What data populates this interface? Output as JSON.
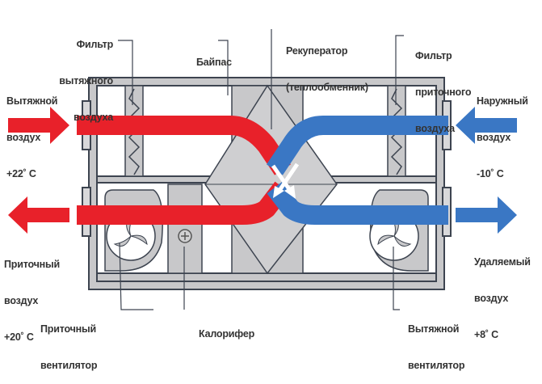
{
  "title": "Схема рекуператора",
  "colors": {
    "warm": "#e8212a",
    "cold": "#3a77c4",
    "housing": "#c8c8ca",
    "outline": "#3d4450",
    "text": "#333333"
  },
  "labels": {
    "exhaust_filter": [
      "Фильтр",
      "вытяжного",
      "воздуха"
    ],
    "bypass": [
      "Байпас"
    ],
    "recuperator": [
      "Рекуператор",
      "(теплообменник)"
    ],
    "supply_filter": [
      "Фильтр",
      "приточного",
      "воздуха"
    ],
    "extract_air": [
      "Вытяжной",
      "воздух",
      "+22˚ С"
    ],
    "outdoor_air": [
      "Наружный",
      "воздух",
      "-10˚ С"
    ],
    "supply_air": [
      "Приточный",
      "воздух",
      "+20˚ С"
    ],
    "exhaust_air": [
      "Удаляемый",
      "воздух",
      "+8˚ С"
    ],
    "supply_fan": [
      "Приточный",
      "вентилятор"
    ],
    "heater": [
      "Калорифер"
    ],
    "exhaust_fan": [
      "Вытяжной",
      "вентилятор"
    ]
  },
  "icons": {
    "left_top_arrow": "arrow-right-icon",
    "left_bottom_arrow": "arrow-left-icon",
    "right_top_arrow": "arrow-left-icon",
    "right_bottom_arrow": "arrow-right-icon",
    "fan": "fan-icon",
    "heater_screw": "screw-icon"
  }
}
